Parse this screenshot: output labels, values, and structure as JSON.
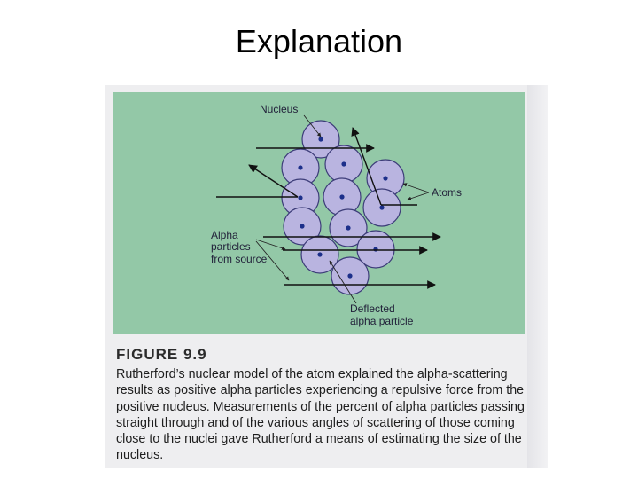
{
  "slide": {
    "title": "Explanation"
  },
  "figure": {
    "labels": {
      "nucleus": "Nucleus",
      "atoms": "Atoms",
      "alpha_line1": "Alpha",
      "alpha_line2": "particles",
      "alpha_line3": "from source",
      "deflected_line1": "Deflected",
      "deflected_line2": "alpha particle"
    },
    "colors": {
      "panel": "#93c8a7",
      "atom_fill": "#b9b4e0",
      "atom_stroke": "#3c3c78",
      "nucleus": "#1c2f8a",
      "arrow": "#111111"
    },
    "caption": {
      "number": "FIGURE 9.9",
      "text": "Rutherford’s nuclear model of the atom explained the alpha-scattering results as positive alpha particles experiencing a repulsive force from the positive nucleus. Measurements of the percent of alpha particles passing straight through and of the various angles of scattering of those coming close to the nuclei gave Rutherford a means of estimating the size of the nucleus."
    }
  }
}
